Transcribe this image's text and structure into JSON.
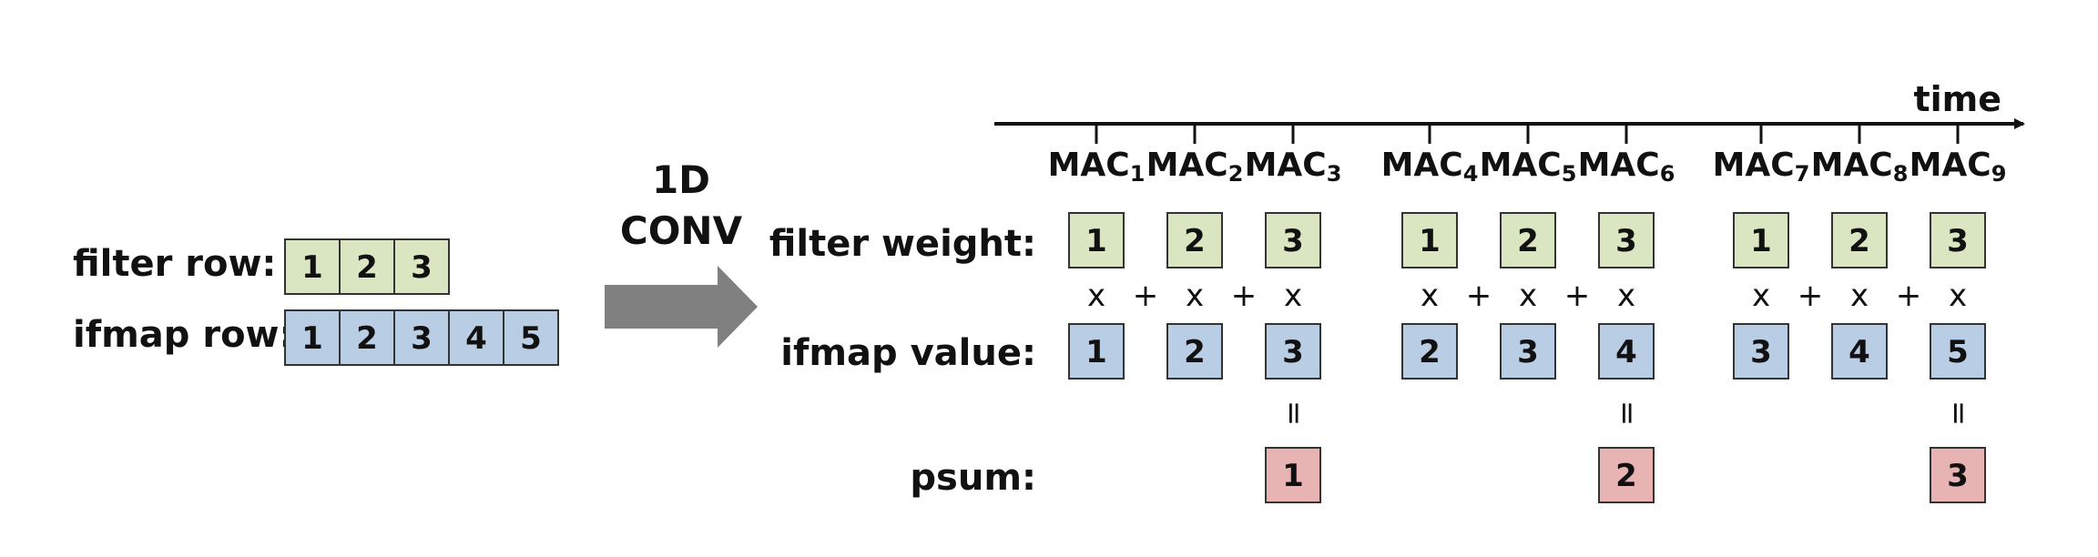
{
  "colors": {
    "green": "#d9e6c1",
    "blue": "#b9cde4",
    "red": "#e8b3b3",
    "arrow_gray": "#808080",
    "border": "#333333"
  },
  "left": {
    "filter_label": "filter row:",
    "ifmap_label": "ifmap row:",
    "filter_row": [
      "1",
      "2",
      "3"
    ],
    "ifmap_row": [
      "1",
      "2",
      "3",
      "4",
      "5"
    ]
  },
  "conv": {
    "line1": "1D",
    "line2": "CONV"
  },
  "timeline": {
    "label": "time",
    "macs": [
      {
        "base": "MAC",
        "sub": "1"
      },
      {
        "base": "MAC",
        "sub": "2"
      },
      {
        "base": "MAC",
        "sub": "3"
      },
      {
        "base": "MAC",
        "sub": "4"
      },
      {
        "base": "MAC",
        "sub": "5"
      },
      {
        "base": "MAC",
        "sub": "6"
      },
      {
        "base": "MAC",
        "sub": "7"
      },
      {
        "base": "MAC",
        "sub": "8"
      },
      {
        "base": "MAC",
        "sub": "9"
      }
    ]
  },
  "rows": {
    "filter_weight_label": "filter weight:",
    "ifmap_value_label": "ifmap value:",
    "psum_label": "psum:",
    "filter_weights": [
      "1",
      "2",
      "3",
      "1",
      "2",
      "3",
      "1",
      "2",
      "3"
    ],
    "ifmap_values": [
      "1",
      "2",
      "3",
      "2",
      "3",
      "4",
      "3",
      "4",
      "5"
    ],
    "psums": [
      "1",
      "2",
      "3"
    ],
    "times_symbol": "x",
    "plus_symbol": "+",
    "equals_symbol": "="
  }
}
